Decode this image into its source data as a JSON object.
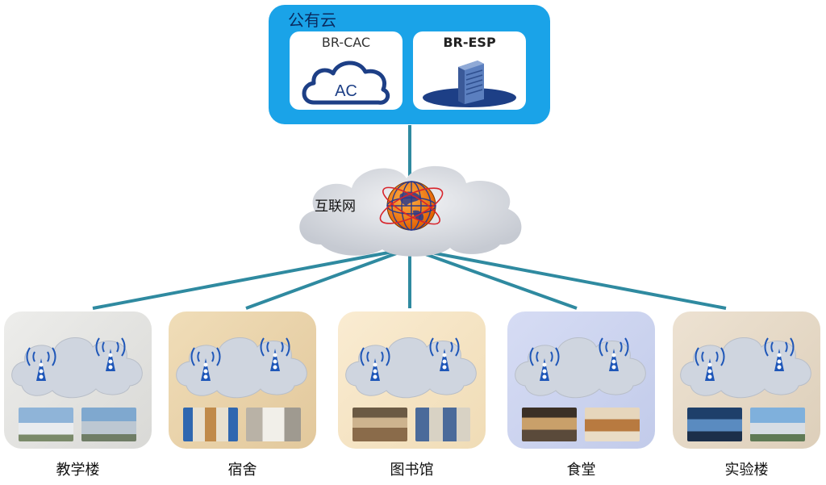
{
  "public_cloud": {
    "title": "公有云",
    "servers": [
      {
        "label": "BR-CAC",
        "icon_text": "AC"
      },
      {
        "label": "BR-ESP"
      }
    ]
  },
  "internet": {
    "label": "互联网"
  },
  "zones": [
    {
      "label": "教学楼"
    },
    {
      "label": "宿舍"
    },
    {
      "label": "图书馆"
    },
    {
      "label": "食堂"
    },
    {
      "label": "实验楼"
    }
  ],
  "colors": {
    "panel": "#1aa3e8",
    "link": "#2f8aa0",
    "antenna": "#1e56b8",
    "cloud_fill": "#cfd5df",
    "zone_backgrounds": [
      "#e4e4e2",
      "#ecd9b6",
      "#f6e6c8",
      "#cfd6f0",
      "#e8dccb"
    ]
  }
}
